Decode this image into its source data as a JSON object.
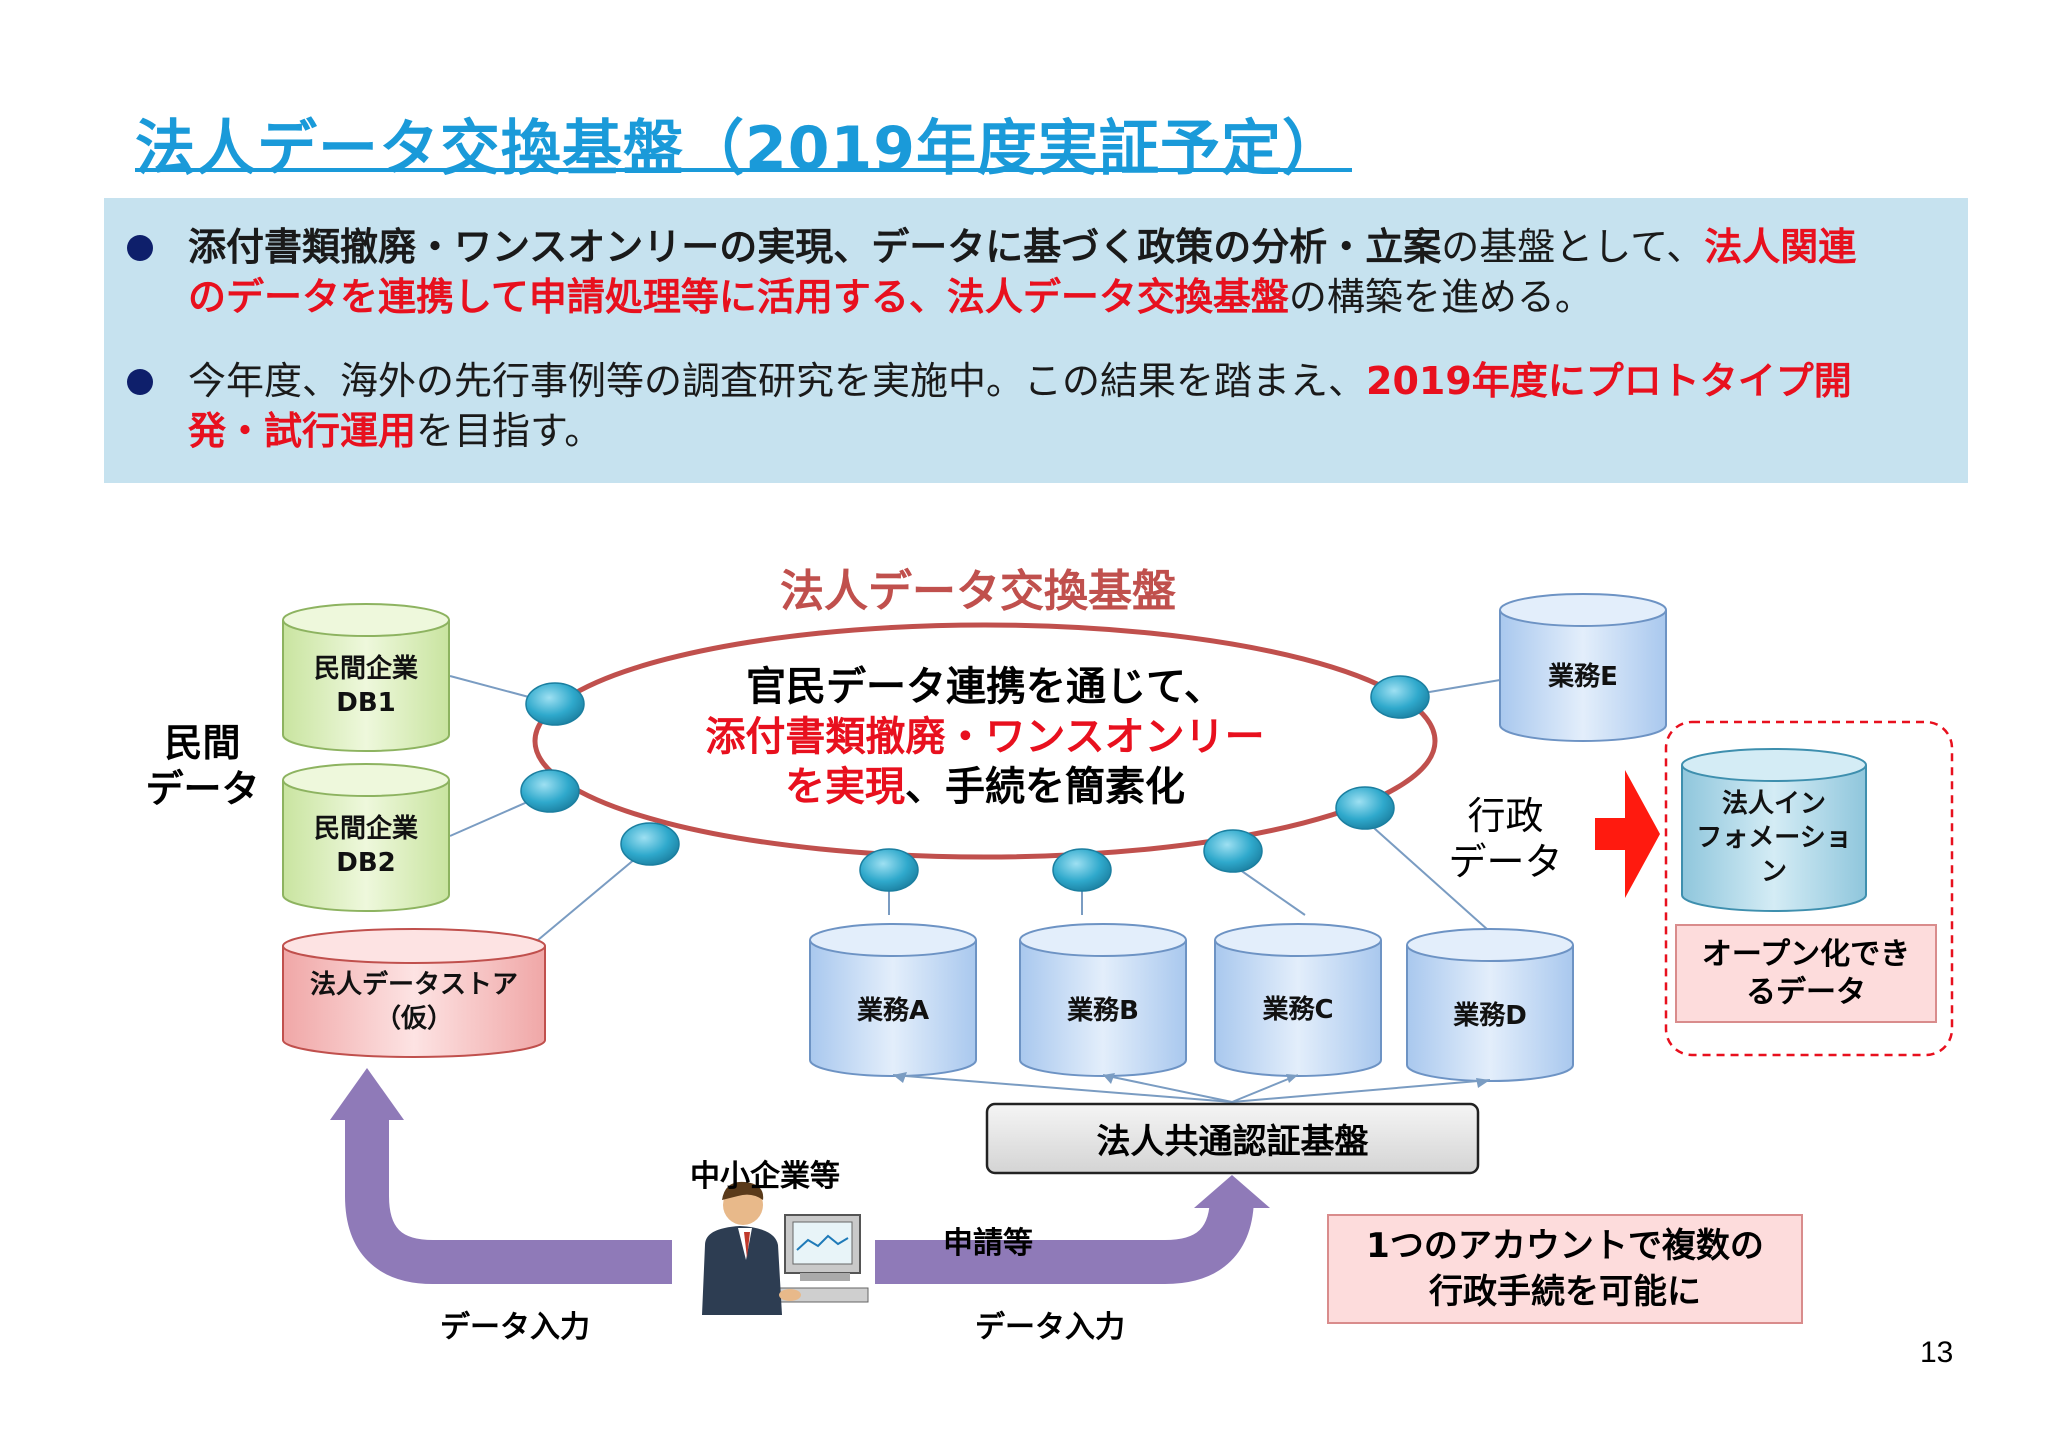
{
  "title": "法人データ交換基盤（2019年度実証予定）",
  "bullets": [
    {
      "line1": [
        {
          "t": "添付書類撤廃・ワンスオンリーの実現、データに基づく政策の分析・立案",
          "s": "b"
        },
        {
          "t": "の基盤として、",
          "s": ""
        },
        {
          "t": "法人関連",
          "s": "red"
        }
      ],
      "line2": [
        {
          "t": "のデータを連携して申請処理等に活用する、法人データ交換基盤",
          "s": "red"
        },
        {
          "t": "の構築を進める。",
          "s": ""
        }
      ]
    },
    {
      "line1": [
        {
          "t": "今年度、海外の先行事例等の調査研究を実施中。この結果を踏まえ、",
          "s": ""
        },
        {
          "t": "2019年度にプロトタイプ開",
          "s": "red"
        }
      ],
      "line2": [
        {
          "t": "発・試行運用",
          "s": "red"
        },
        {
          "t": "を目指す。",
          "s": ""
        }
      ]
    }
  ],
  "diagram": {
    "platform_title": "法人データ交換基盤",
    "center_line1": "官民データ連携を通じて、",
    "center_line2": "添付書類撤廃・ワンスオンリー",
    "center_line3_red": "を実現",
    "center_line3_rest": "、手続を簡素化",
    "minkan_data_1": "民間",
    "minkan_data_2": "データ",
    "gyosei_data_1": "行政",
    "gyosei_data_2": "データ",
    "db1_1": "民間企業",
    "db1_2": "DB1",
    "db2_1": "民間企業",
    "db2_2": "DB2",
    "store_1": "法人データストア",
    "store_2": "（仮）",
    "gyomu_a": "業務A",
    "gyomu_b": "業務B",
    "gyomu_c": "業務C",
    "gyomu_d": "業務D",
    "gyomu_e": "業務E",
    "corp_info_1": "法人イン",
    "corp_info_2": "フォメーショ",
    "corp_info_3": "ン",
    "open_data_1": "オープン化でき",
    "open_data_2": "るデータ",
    "auth": "法人共通認証基盤",
    "sme": "中小企業等",
    "application": "申請等",
    "data_input_left": "データ入力",
    "data_input_right": "データ入力",
    "account_1": "1つのアカウントで複数の",
    "account_2": "行政手続を可能に"
  },
  "page_number": "13",
  "colors": {
    "title": "#1a9ad9",
    "panel": "#c6e2ef",
    "accent_red": "#e8101e",
    "ellipse": "#c0504d",
    "node": "#31a8c8",
    "arrow_purple": "#8f7ab8",
    "cyl_green": "#dff0c4",
    "cyl_blue": "#c9ddf3",
    "cyl_pink": "#f7c7c7"
  }
}
